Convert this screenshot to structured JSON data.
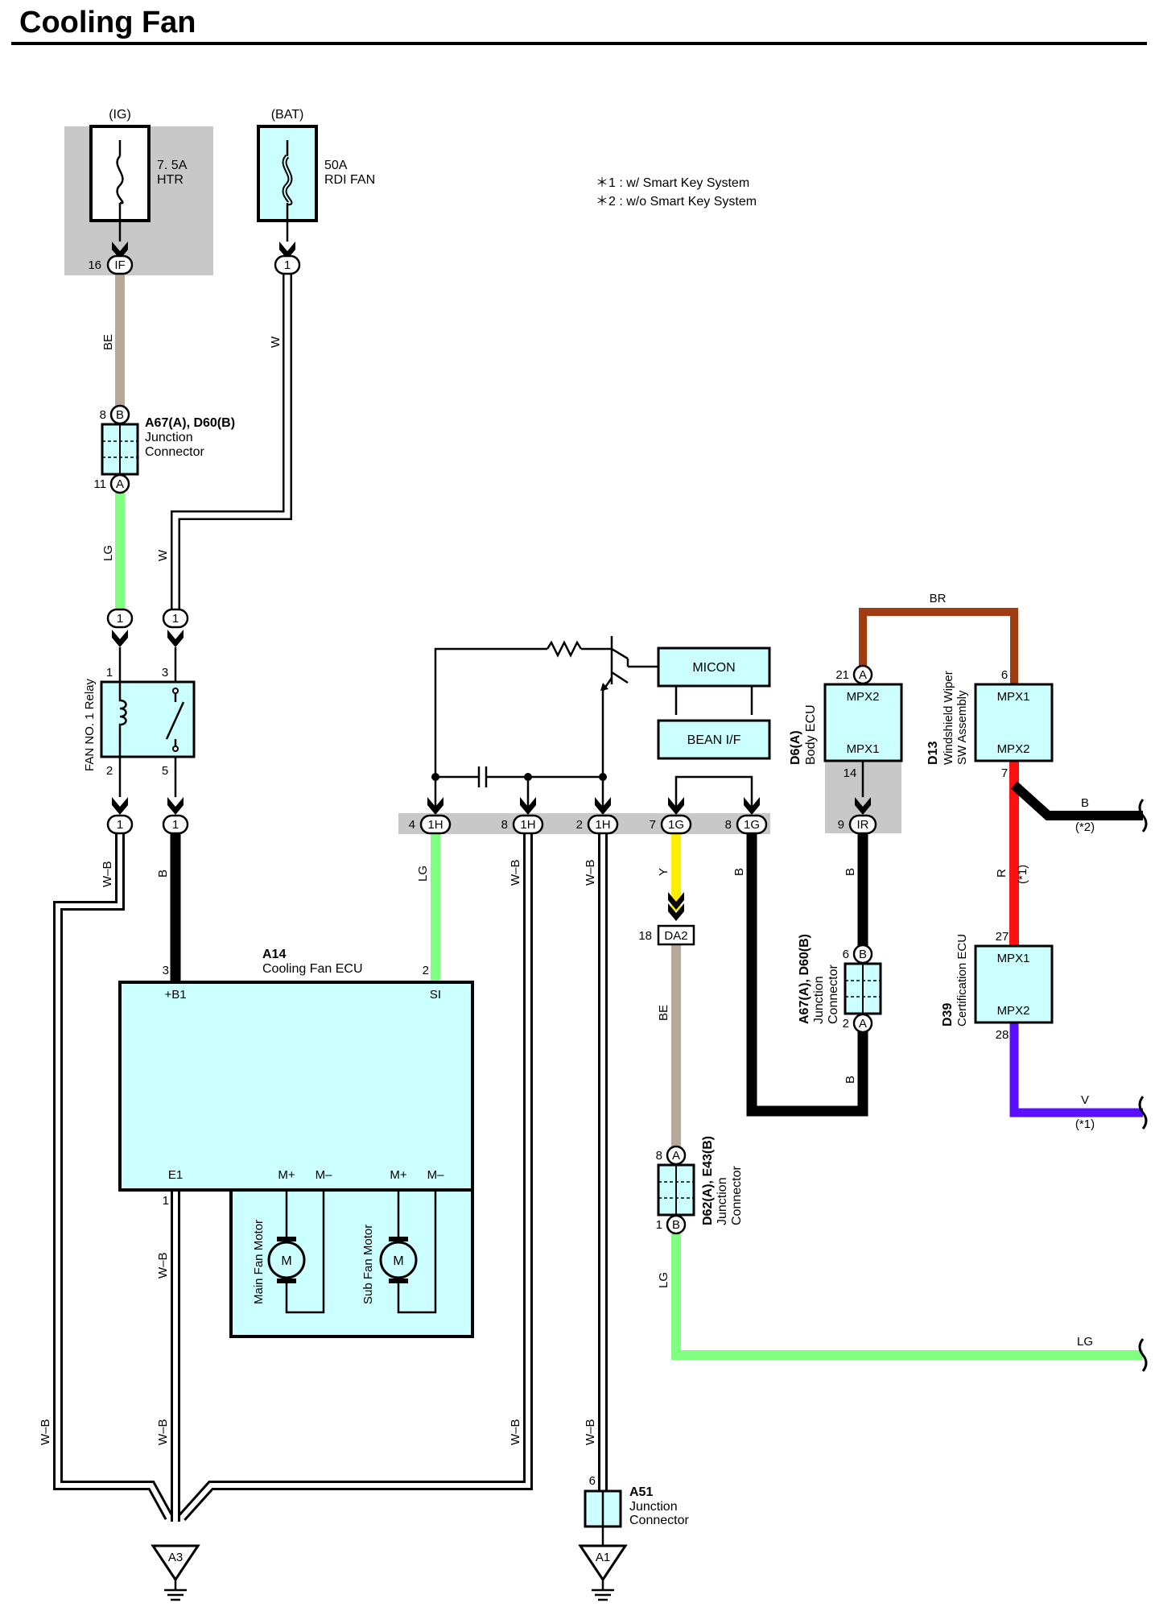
{
  "title": "Cooling Fan",
  "colors": {
    "component_fill": "#ccffff",
    "shade": "#c8c8c8",
    "BE": "#b8a89a",
    "LG": "#80ff80",
    "W": "#ffffff",
    "B": "#000000",
    "Y": "#ffee00",
    "BR": "#a03c10",
    "R": "#ff1010",
    "V": "#5a10ff"
  },
  "notes": [
    "＊1 : w/ Smart Key System",
    "＊2 : w/o Smart Key System"
  ],
  "fuses": {
    "ig": {
      "source": "(IG)",
      "rating": "7. 5A",
      "name": "HTR",
      "pin": "16",
      "conn": "IF"
    },
    "bat": {
      "source": "(BAT)",
      "rating": "50A",
      "name": "RDI FAN",
      "conn": "1"
    }
  },
  "jc_top": {
    "code": "A67(A), D60(B)",
    "line1": "Junction",
    "line2": "Connector",
    "pin_top": "8",
    "conn_top": "B",
    "pin_bot": "11",
    "conn_bot": "A"
  },
  "relay": {
    "name": "FAN NO. 1 Relay",
    "pins": [
      "1",
      "3",
      "2",
      "5"
    ],
    "conn_top": [
      "1",
      "1"
    ],
    "conn_bot": [
      "1",
      "1"
    ]
  },
  "wires": {
    "be": "BE",
    "w": "W",
    "lg": "LG",
    "wb": "W–B",
    "b": "B",
    "y": "Y",
    "br": "BR",
    "r": "R",
    "v": "V"
  },
  "circuit": {
    "micon": "MICON",
    "bean": "BEAN I/F"
  },
  "junction_block": {
    "pins": [
      "4",
      "8",
      "2",
      "7",
      "8"
    ],
    "conns": [
      "1H",
      "1H",
      "1H",
      "1G",
      "1G"
    ]
  },
  "body_ecu": {
    "code": "D6(A)",
    "name": "Body ECU",
    "port_top": "MPX2",
    "port_bot": "MPX1",
    "pin_top": "21",
    "conn_top": "A",
    "pin_bot": "14",
    "pin_ir": "9",
    "conn_ir": "IR"
  },
  "wiper": {
    "code": "D13",
    "line1": "Windshield Wiper",
    "line2": "SW Assembly",
    "port_top": "MPX1",
    "port_bot": "MPX2",
    "pin_top": "6",
    "pin_bot": "7"
  },
  "cert_ecu": {
    "code": "D39",
    "name": "Certification ECU",
    "port_top": "MPX1",
    "port_bot": "MPX2",
    "pin_top": "27",
    "pin_bot": "28"
  },
  "jc_mid": {
    "code": "A67(A), D60(B)",
    "line1": "Junction",
    "line2": "Connector",
    "pin_top": "6",
    "conn_top": "B",
    "pin_bot": "2",
    "conn_bot": "A"
  },
  "da2": {
    "pin": "18",
    "conn": "DA2"
  },
  "jc_low": {
    "code": "D62(A), E43(B)",
    "line1": "Junction",
    "line2": "Connector",
    "pin_top": "8",
    "conn_top": "A",
    "pin_bot": "1",
    "conn_bot": "B"
  },
  "fan_ecu": {
    "code": "A14",
    "name": "Cooling Fan ECU",
    "pin_b1": "3",
    "label_b1": "+B1",
    "pin_si": "2",
    "label_si": "SI",
    "label_e1": "E1",
    "pin_e1": "1",
    "m1p": "M+",
    "m1m": "M–",
    "m2p": "M+",
    "m2m": "M–",
    "main_motor": "Main Fan Motor",
    "sub_motor": "Sub Fan Motor",
    "motor_symbol": "M"
  },
  "exits": {
    "b": "B",
    "b_note": "(*2)",
    "r_note": "(*1)",
    "v": "V",
    "v_note": "(*1)",
    "lg": "LG"
  },
  "jc_a51": {
    "code": "A51",
    "line1": "Junction",
    "line2": "Connector",
    "pin": "6"
  },
  "grounds": {
    "a3": "A3",
    "a1": "A1"
  }
}
